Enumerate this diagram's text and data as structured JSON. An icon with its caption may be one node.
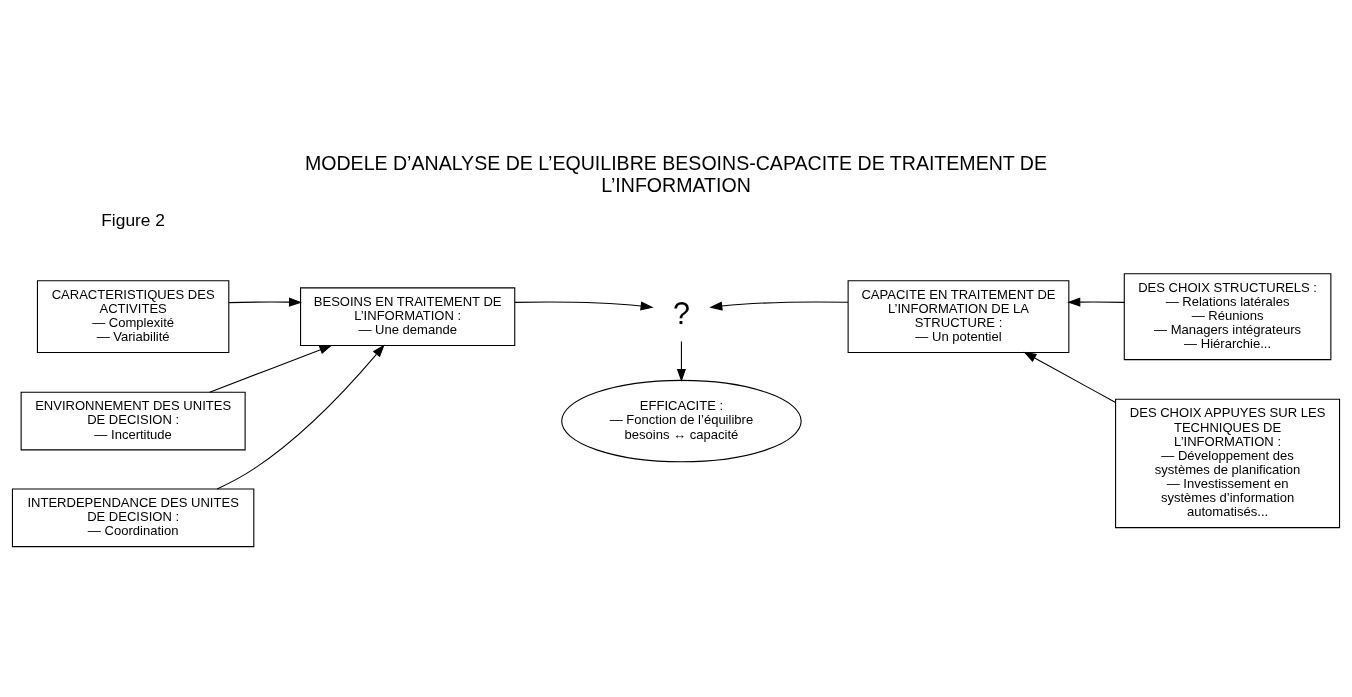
{
  "diagram": {
    "title": "MODELE D’ANALYSE DE L’EQUILIBRE BESOINS-CAPACITE DE TRAITEMENT DE L’INFORMATION",
    "nodes": [
      {
        "text": [
          "CARACTERISTIQUES DES ACTIVITES",
          "— Complexité",
          "— Variabilité"
        ]
      },
      {
        "text": [
          "ENVIRONNEMENT DES UNITES DE DECISION :",
          "— Incertitude"
        ]
      },
      {
        "text": [
          "INTERDEPENDANCE DES UNITES DE DECISION :",
          "— Coordination"
        ]
      },
      {
        "text": [
          "BESOINS EN TRAITEMENT DE L’INFORMATION :",
          "— Une demande"
        ]
      },
      {
        "text": [
          "?"
        ]
      },
      {
        "text": [
          "CAPACITE EN TRAITEMENT DE L’INFORMATION DE LA STRUCTURE :",
          "— Un potentiel"
        ]
      },
      {
        "text": [
          "DES CHOIX STRUCTURELS :",
          "— Relations latérales",
          "— Réunions",
          "— Managers intégrateurs",
          "— Hiérarchie..."
        ]
      },
      {
        "text": [
          "DES CHOIX APPUYES SUR LES TECHNIQUES DE L’INFORMATION :",
          "— Développement des systèmes de planification",
          "— Investissement en systèmes d’information automatisés..."
        ]
      },
      {
        "text": [
          "EFFICACITE :",
          "— Fonction de l’équilibre besoins ↔ capacité"
        ]
      }
    ],
    "edges": [
      {
        "from": 0,
        "to": 3,
        "arrow": "to"
      },
      {
        "from": 1,
        "to": 3,
        "arrow": "to"
      },
      {
        "from": 2,
        "to": 3,
        "arrow": "to"
      },
      {
        "from": 3,
        "to": 4,
        "arrow": "to"
      },
      {
        "from": 5,
        "to": 4,
        "arrow": "to"
      },
      {
        "from": 6,
        "to": 5,
        "arrow": "to"
      },
      {
        "from": 7,
        "to": 5,
        "arrow": "to"
      },
      {
        "from": 4,
        "to": 8,
        "arrow": "to"
      }
    ],
    "labels": [
      "Figure 2"
    ]
  }
}
